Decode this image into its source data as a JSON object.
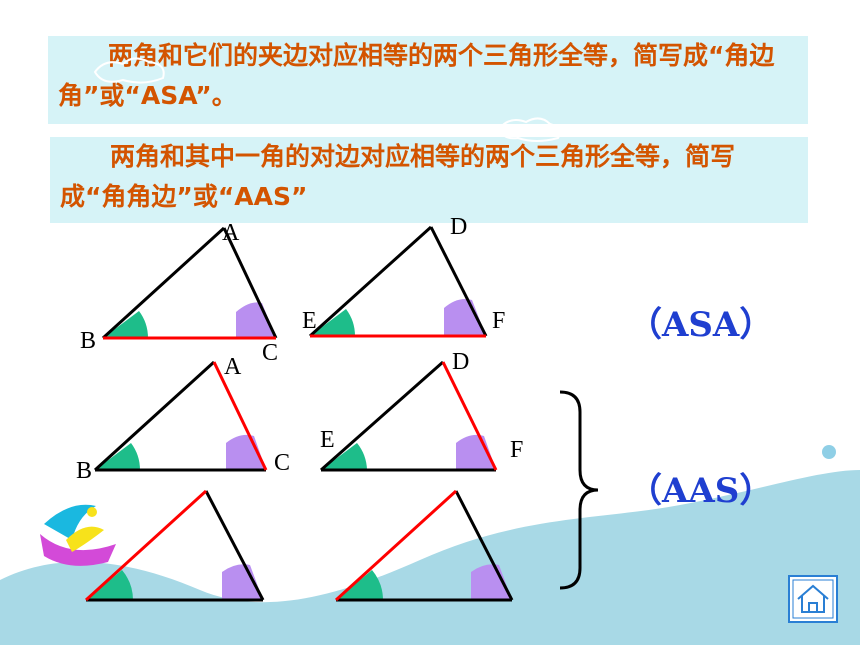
{
  "statement_asa": "　　两角和它们的夹边对应相等的两个三角形全等，简写成“角边角”或“ASA”。",
  "statement_aas": "　　两角和其中一角的对边对应相等的两个三角形全等，简写成“角角边”或“AAS”",
  "tag_asa": "（ASA）",
  "tag_aas": "（AAS）",
  "vertex_labels": {
    "t1": {
      "top": "A",
      "left": "B",
      "right": "C"
    },
    "t2": {
      "top": "D",
      "left": "E",
      "right": "F"
    },
    "t3": {
      "top": "A",
      "left": "B",
      "right": "C"
    },
    "t4": {
      "top": "D",
      "left": "E",
      "right": "F"
    }
  },
  "colors": {
    "text_orange": "#d35400",
    "tag_blue": "#1f3fd0",
    "highlight_side": "#ff0000",
    "angle_green": "#1ebd8a",
    "angle_purple": "#b98ff0",
    "textbox_bg": "#d6f3f7",
    "wave": "#a8d9e6"
  },
  "icons": [
    "home-icon",
    "sailboat-icon",
    "cloud-icon",
    "brace-icon"
  ]
}
